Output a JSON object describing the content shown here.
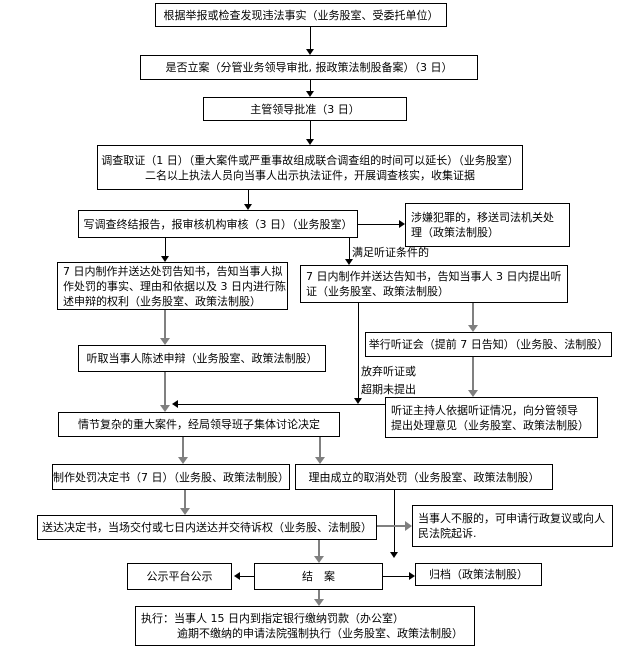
{
  "flowchart": {
    "nodes": {
      "report": {
        "line1": "根据举报或检查发现违法事实（业务股室、受委托单位）"
      },
      "file_decision": {
        "line1": "是否立案（分管业务领导审批, 报政策法制股备案）（3 日）"
      },
      "leader_approval": {
        "line1": "主管领导批准（3 日）"
      },
      "investigation": {
        "line1": "调查取证（1 日）（重大案件或严重事故组成联合调查组的时间可以延长）（业务股室）",
        "line2": "二名以上执法人员向当事人出示执法证件，开展调查核实，收集证据"
      },
      "final_report": {
        "line1": "写调查终结报告，报审核机构审核（3 日）（业务股室）"
      },
      "judicial_transfer": {
        "line1": "涉嫌犯罪的，移送司法机关处",
        "line2": "理（政策法制股）"
      },
      "penalty_notice": {
        "line1": "7 日内制作并送达处罚告知书，告知当事人拟",
        "line2": "作处罚的事实、理由和依据以及 3 日内进行陈",
        "line3": "述申辩的权利（业务股室、政策法制股）"
      },
      "hearing_notice": {
        "line1": "7 日内制作并送达告知书，告知当事人 3 日内提出听",
        "line2": "证（业务股室、政策法制股）"
      },
      "statement_defense": {
        "line1": "听取当事人陈述申辩（业务股室、政策法制股）"
      },
      "hold_hearing": {
        "line1": "举行听证会（提前 7 日告知）（业务股、法制股）"
      },
      "hearing_opinion": {
        "line1": "听证主持人依据听证情况，向分管领导",
        "line2": "提出处理意见（业务股室、政策法制股）"
      },
      "collective_discussion": {
        "line1": "情节复杂的重大案件，经局领导班子集体讨论决定"
      },
      "penalty_decision": {
        "line1": "制作处罚决定书（7 日）（业务股、政策法制股）"
      },
      "cancel_penalty": {
        "line1": "理由成立的取消处罚（业务股室、政策法制股）"
      },
      "deliver_decision": {
        "line1": "送达决定书，当场交付或七日内送达并交待诉权（业务股、法制股）"
      },
      "appeal": {
        "line1": "当事人不服的，可申请行政复议或向人",
        "line2": "民法院起诉."
      },
      "publicity": {
        "line1": "公示平台公示"
      },
      "case_closed": {
        "line1": "结　案"
      },
      "archive": {
        "line1": "归档（政策法制股）"
      },
      "execution": {
        "line1": "执行：当事人 15 日内到指定银行缴纳罚款（办公室）",
        "line2": "逾期不缴纳的申请法院强制执行（业务股室、政策法制股）"
      }
    },
    "edge_labels": {
      "meets_hearing_condition": "满足听证条件的",
      "waive_hearing_line1": "放弃听证或",
      "waive_hearing_line2": "超期未提出"
    },
    "colors": {
      "border": "#000000",
      "text": "#000000",
      "connector_black": "#000000",
      "connector_gray": "#808080",
      "background": "#ffffff"
    }
  }
}
